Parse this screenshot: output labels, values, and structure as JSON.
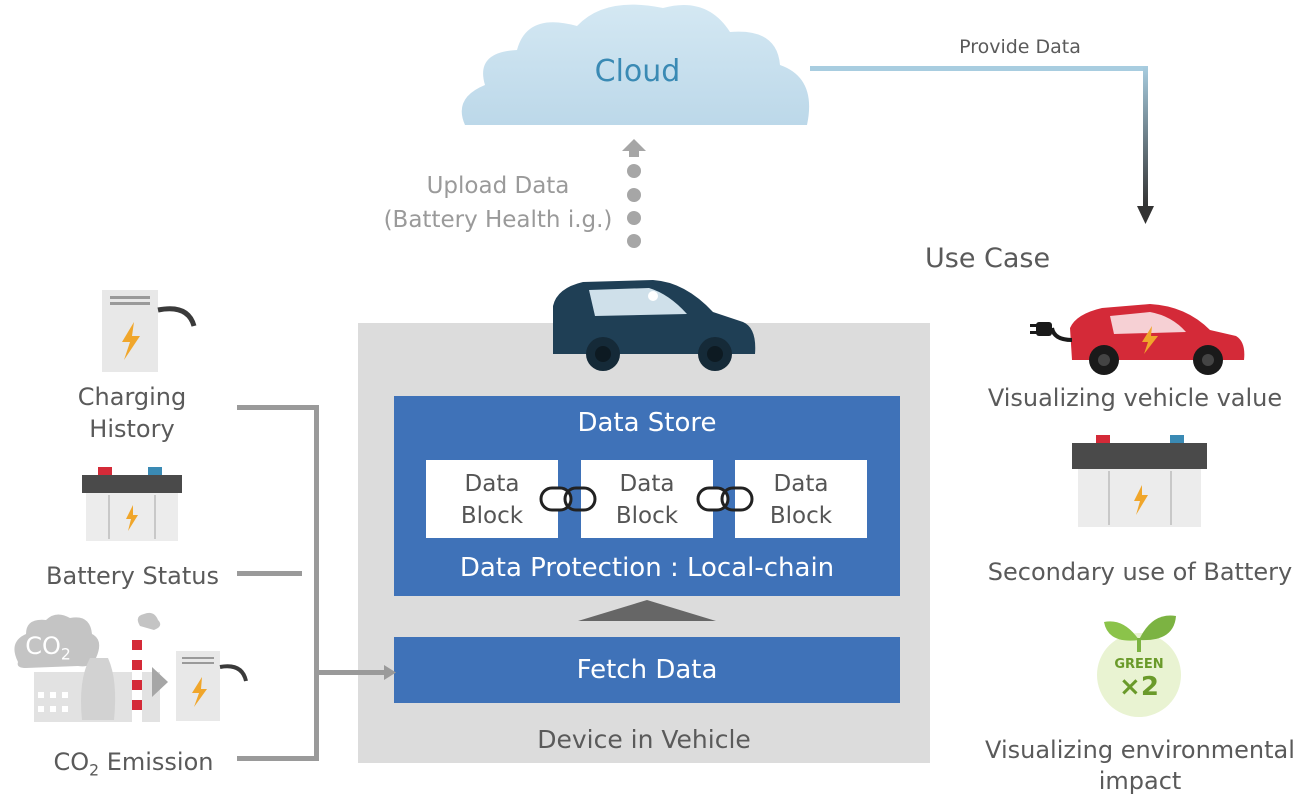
{
  "cloud": {
    "label": "Cloud"
  },
  "provide_label": "Provide Data",
  "upload": {
    "line1": "Upload Data",
    "line2": "(Battery Health i.g.)"
  },
  "use_case": {
    "title": "Use Case",
    "items": [
      {
        "label": "Visualizing vehicle value"
      },
      {
        "label": "Secondary use of Battery"
      },
      {
        "line1": "Visualizing environmental",
        "line2": "impact",
        "badge_top": "GREEN",
        "badge_main": "×2"
      }
    ]
  },
  "sources": {
    "charging": {
      "line1": "Charging",
      "line2": "History"
    },
    "battery": {
      "label": "Battery Status"
    },
    "co2": {
      "cloud_main": "CO",
      "cloud_sub": "2",
      "main": "CO",
      "sub": "2",
      "rest": " Emission"
    }
  },
  "device": {
    "label": "Device in Vehicle",
    "store_title": "Data Store",
    "blocks": [
      {
        "line1": "Data",
        "line2": "Block"
      },
      {
        "line1": "Data",
        "line2": "Block"
      },
      {
        "line1": "Data",
        "line2": "Block"
      }
    ],
    "protection": "Data Protection : Local-chain",
    "fetch": "Fetch Data"
  },
  "colors": {
    "blue_box": "#3f72b8",
    "device_bg": "#dcdcdc",
    "cloud_text": "#3a8ab4",
    "car_dark": "#1f3f55",
    "car_red": "#d42a38",
    "bolt": "#f0a62b"
  }
}
